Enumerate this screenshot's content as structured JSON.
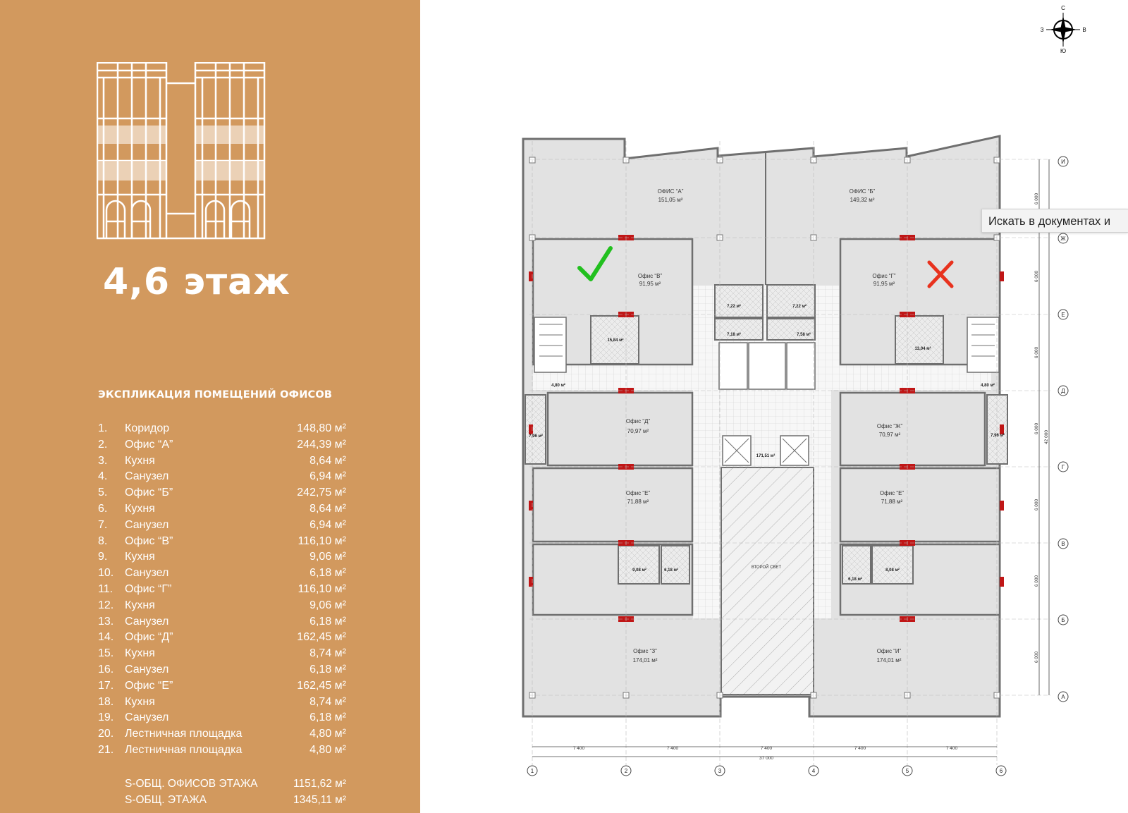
{
  "panel": {
    "floor_title": "4,6 этаж",
    "explication_heading": "ЭКСПЛИКАЦИЯ ПОМЕЩЕНИЙ ОФИСОВ",
    "rooms": [
      {
        "num": "1.",
        "name": "Коридор",
        "area": "148,80 м²"
      },
      {
        "num": "2.",
        "name": "Офис “А”",
        "area": "244,39 м²"
      },
      {
        "num": "3.",
        "name": "Кухня",
        "area": "8,64 м²"
      },
      {
        "num": "4.",
        "name": "Санузел",
        "area": "6,94 м²"
      },
      {
        "num": "5.",
        "name": "Офис “Б”",
        "area": "242,75 м²"
      },
      {
        "num": "6.",
        "name": "Кухня",
        "area": "8,64 м²"
      },
      {
        "num": "7.",
        "name": "Санузел",
        "area": "6,94 м²"
      },
      {
        "num": "8.",
        "name": "Офис “В”",
        "area": "116,10 м²"
      },
      {
        "num": "9.",
        "name": "Кухня",
        "area": "9,06 м²"
      },
      {
        "num": "10.",
        "name": "Санузел",
        "area": "6,18 м²"
      },
      {
        "num": "11.",
        "name": "Офис “Г”",
        "area": "116,10 м²"
      },
      {
        "num": "12.",
        "name": "Кухня",
        "area": "9,06 м²"
      },
      {
        "num": "13.",
        "name": "Санузел",
        "area": "6,18 м²"
      },
      {
        "num": "14.",
        "name": "Офис “Д”",
        "area": "162,45 м²"
      },
      {
        "num": "15.",
        "name": "Кухня",
        "area": "8,74 м²"
      },
      {
        "num": "16.",
        "name": "Санузел",
        "area": "6,18 м²"
      },
      {
        "num": "17.",
        "name": "Офис “Е”",
        "area": "162,45 м²"
      },
      {
        "num": "18.",
        "name": "Кухня",
        "area": "8,74 м²"
      },
      {
        "num": "19.",
        "name": "Санузел",
        "area": "6,18 м²"
      },
      {
        "num": "20.",
        "name": "Лестничная площадка",
        "area": "4,80 м²"
      },
      {
        "num": "21.",
        "name": "Лестничная площадка",
        "area": "4,80 м²"
      }
    ],
    "totals": [
      {
        "label": "S-ОБЩ. ОФИСОВ ЭТАЖА",
        "value": "1151,62 м²"
      },
      {
        "label": "S-ОБЩ. ЭТАЖА",
        "value": "1345,11 м²"
      }
    ]
  },
  "compass": {
    "north": "С",
    "south": "Ю",
    "west": "З",
    "east": "В"
  },
  "plan": {
    "offices": [
      {
        "id": "a",
        "name": "ОФИС “А”",
        "area": "151,05 м²"
      },
      {
        "id": "b",
        "name": "ОФИС “Б”",
        "area": "149,32 м²"
      },
      {
        "id": "v",
        "name": "Офис “В”",
        "area": "91,95 м²"
      },
      {
        "id": "g",
        "name": "Офис “Г”",
        "area": "91,95 м²"
      },
      {
        "id": "d",
        "name": "Офис “Д”",
        "area": "70,97 м²"
      },
      {
        "id": "zh",
        "name": "Офис “Ж”",
        "area": "70,97 м²"
      },
      {
        "id": "e1",
        "name": "Офис “Е”",
        "area": "71,88 м²"
      },
      {
        "id": "e2",
        "name": "Офис “Е”",
        "area": "71,88 м²"
      },
      {
        "id": "z",
        "name": "Офис “З”",
        "area": "174,01 м²"
      },
      {
        "id": "i",
        "name": "Офис “И”",
        "area": "174,01 м²"
      }
    ],
    "small_areas": [
      "7,22 м²",
      "7,22 м²",
      "7,18 м²",
      "7,58 м²",
      "15,84 м²",
      "13,04 м²",
      "4,80 м²",
      "4,80 м²",
      "7,96 м²",
      "7,96 м²",
      "171,51 м²",
      "9,08 м²",
      "6,18 м²",
      "6,18 м²",
      "8,08 м²"
    ],
    "second_light": "ВТОРОЙ СВЕТ",
    "row_axes": [
      "И",
      "Ж",
      "Е",
      "Д",
      "Г",
      "В",
      "Б",
      "А"
    ],
    "col_axes": [
      "1",
      "2",
      "3",
      "4",
      "5",
      "6"
    ],
    "span_labels": [
      "7 400",
      "7 400",
      "7 400",
      "7 400",
      "7 400"
    ],
    "total_width": "37 000",
    "row_dims": [
      "6 000",
      "6 000",
      "6 000",
      "6 000",
      "6 000",
      "6 000",
      "6 000"
    ],
    "total_height": "42 000",
    "marks": {
      "check_color": "#22c01f",
      "cross_color": "#e8321e"
    }
  },
  "tooltip": {
    "text": "Искать в документах и"
  },
  "colors": {
    "panel": "#d2995e",
    "room_fill": "#e2e2e2",
    "wall": "#6f6f6f",
    "door_red": "#c01616"
  }
}
